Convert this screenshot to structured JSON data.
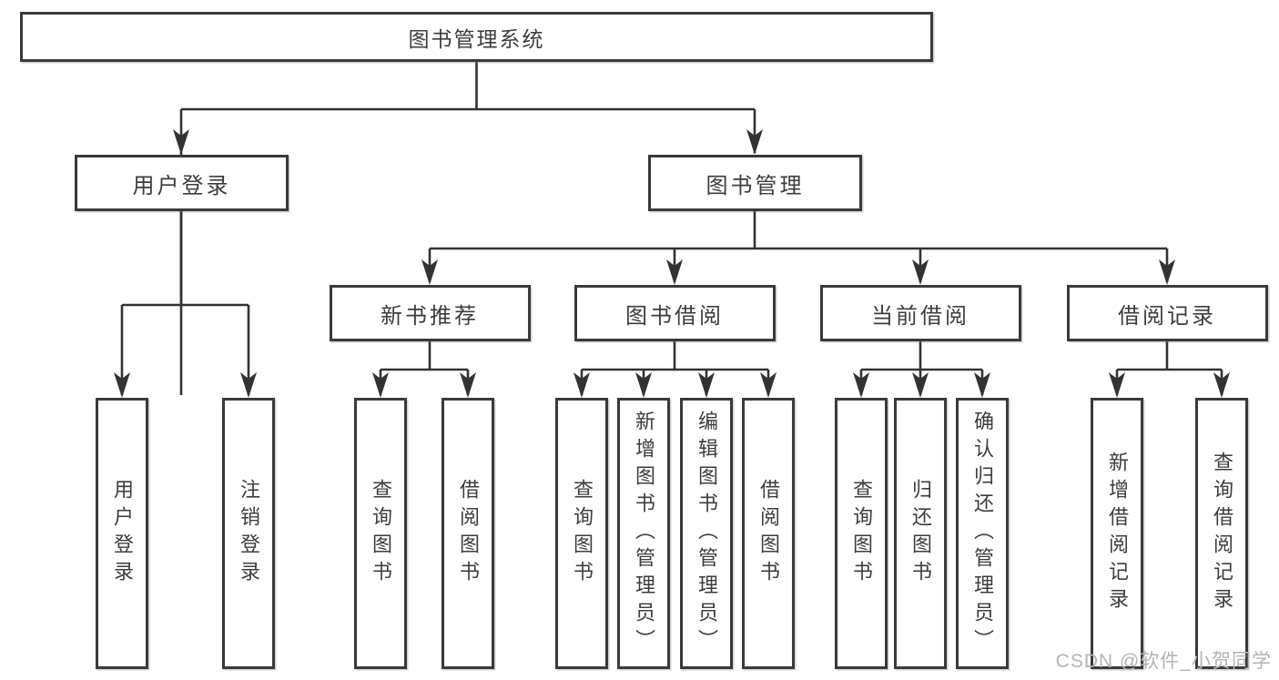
{
  "root": {
    "label": "图书管理系统"
  },
  "level2": [
    {
      "label": "用户登录"
    },
    {
      "label": "图书管理"
    }
  ],
  "level3": [
    {
      "label": "新书推荐",
      "parent": "图书管理"
    },
    {
      "label": "图书借阅",
      "parent": "图书管理"
    },
    {
      "label": "当前借阅",
      "parent": "图书管理"
    },
    {
      "label": "借阅记录",
      "parent": "图书管理"
    }
  ],
  "leaves": [
    {
      "label": "用户登录",
      "parent": "用户登录"
    },
    {
      "label": "注销登录",
      "parent": "用户登录"
    },
    {
      "label": "查询图书",
      "parent": "新书推荐"
    },
    {
      "label": "借阅图书",
      "parent": "新书推荐"
    },
    {
      "label": "查询图书",
      "parent": "图书借阅"
    },
    {
      "label": "新增图书（管理员）",
      "parent": "图书借阅"
    },
    {
      "label": "编辑图书（管理员）",
      "parent": "图书借阅"
    },
    {
      "label": "借阅图书",
      "parent": "图书借阅"
    },
    {
      "label": "查询图书",
      "parent": "当前借阅"
    },
    {
      "label": "归还图书",
      "parent": "当前借阅"
    },
    {
      "label": "确认归还（管理员）",
      "parent": "当前借阅"
    },
    {
      "label": "新增借阅记录",
      "parent": "借阅记录"
    },
    {
      "label": "查询借阅记录",
      "parent": "借阅记录"
    }
  ],
  "watermark": "CSDN @软件_小贺同学",
  "colors": {
    "line": "#333333",
    "box_border": "#3a3a3a",
    "text": "#3d3d3d",
    "watermark": "#b3b3b3",
    "background": "#ffffff"
  }
}
